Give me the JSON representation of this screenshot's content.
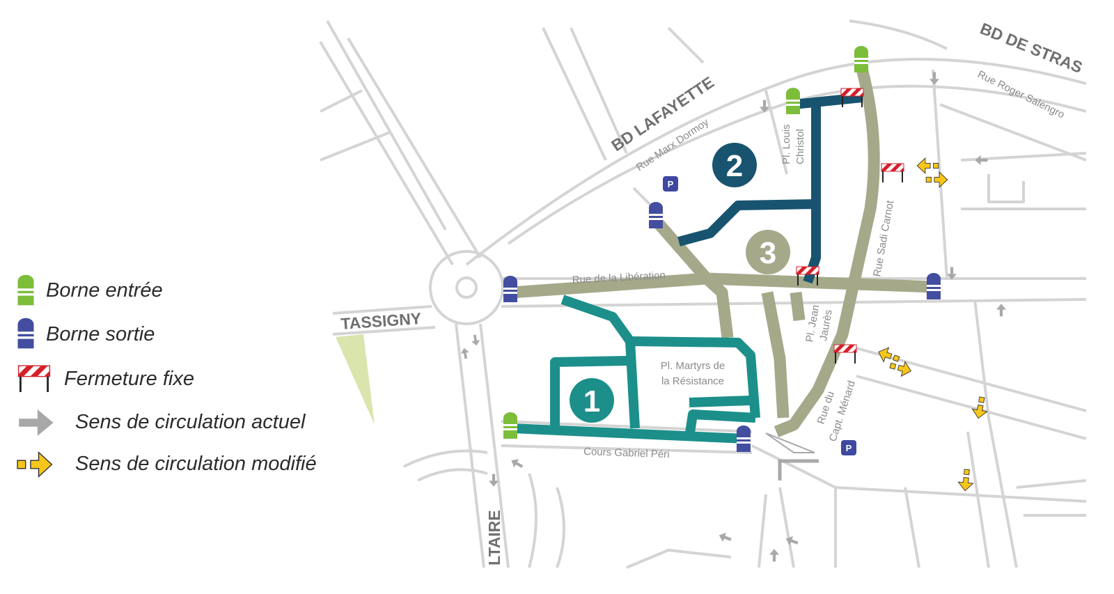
{
  "colors": {
    "road_outline": "#d4d4d4",
    "zone1": "#1c8f8b",
    "zone2": "#18546f",
    "zone3": "#a5a98a",
    "entry_bollard": "#7cbd3a",
    "exit_bollard": "#434ea0",
    "closure_stripe_red": "#d4202a",
    "current_arrow": "#a8a8a8",
    "modified_arrow": "#f7c61a",
    "parking": "#3e48a0",
    "green_space": "#d9e5ad"
  },
  "legend": {
    "entry": {
      "label": "Borne entrée",
      "icon": "green-bollard-icon"
    },
    "exit": {
      "label": "Borne sortie",
      "icon": "blue-bollard-icon"
    },
    "closure": {
      "label": "Fermeture fixe",
      "icon": "barrier-icon"
    },
    "current": {
      "label": "Sens de circulation actuel",
      "icon": "grey-arrow-icon"
    },
    "modified": {
      "label": "Sens de circulation modifié",
      "icon": "yellow-arrow-icon"
    }
  },
  "streets": {
    "bd_lafayette": "BD LAFAYETTE",
    "bd_strasbourg": "BD DE STRAS",
    "tassigny": "TASSIGNY",
    "voltaire": "LTAIRE",
    "marx_dormoy": "Rue Marx Dormoy",
    "roger_salengro": "Rue Roger Salengro",
    "liberation": "Rue de la Libération",
    "sadi_carnot": "Rue Sadi Carnot",
    "gabriel_peri": "Cours Gabriel Péri",
    "louis_christol_1": "Pl. Louis",
    "louis_christol_2": "Christol",
    "jean_jaures_1": "Pl. Jean",
    "jean_jaures_2": "Jaurès",
    "martyrs_1": "Pl. Martyrs de",
    "martyrs_2": "la Résistance",
    "capt_menard_1": "Rue du",
    "capt_menard_2": "Capt. Ménard"
  },
  "zones": {
    "zone1": "1",
    "zone2": "2",
    "zone3": "3"
  },
  "parking_label": "P"
}
